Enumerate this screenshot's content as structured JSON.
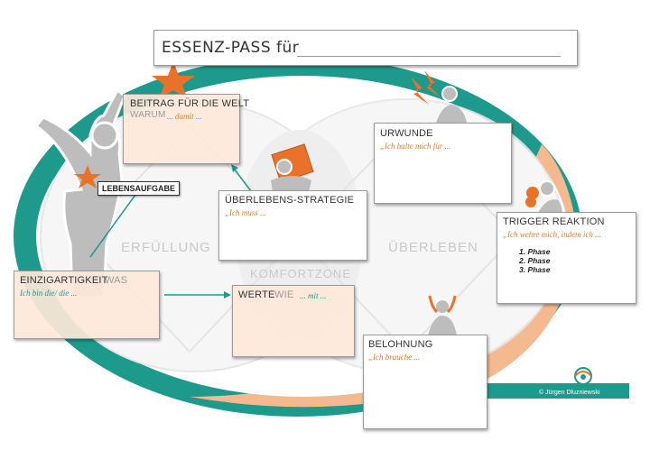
{
  "title": "ESSENZ-PASS für",
  "areas": {
    "fulfillment": "ERFÜLLUNG",
    "survival": "ÜBERLEBEN",
    "comfort": "KOMFORTZONE"
  },
  "tag": "LEBENSAUFGABE",
  "boxes": {
    "beitrag": {
      "title": "BEITRAG FÜR DIE WELT",
      "prefix": "WARUM",
      "hint": "... damit ..."
    },
    "strategie": {
      "title": "ÜBERLEBENS-STRATEGIE",
      "hint": "„Ich muss ..."
    },
    "urwunde": {
      "title": "URWUNDE",
      "hint": "„Ich halte mich für ..."
    },
    "trigger": {
      "title": "TRIGGER REAKTION",
      "hint": "„Ich wehre mich, indem ich ...",
      "phases": [
        "1.  Phase",
        "2.  Phase",
        "3.  Phase"
      ]
    },
    "einzig": {
      "title": "EINZIGARTIGKEIT",
      "prefix": "WAS",
      "hint": "Ich bin die/ die ..."
    },
    "werte": {
      "title": "WERTE",
      "prefix": "WIE",
      "hint": "... mit ..."
    },
    "belohnung": {
      "title": "BELOHNUNG",
      "hint": "„Ich brauche ..."
    }
  },
  "credit": "© Jürgen Dluzniewski",
  "colors": {
    "teal": "#1e9a8c",
    "orange": "#e98a3c",
    "peach": "#f4b98f",
    "grey": "#bdbdbd"
  },
  "icons": [
    "person-star-icon",
    "star-icon",
    "lightning-person-icon",
    "box-carrying-person-icon",
    "boxing-person-icon",
    "laurel-person-icon",
    "eye-logo-icon"
  ]
}
